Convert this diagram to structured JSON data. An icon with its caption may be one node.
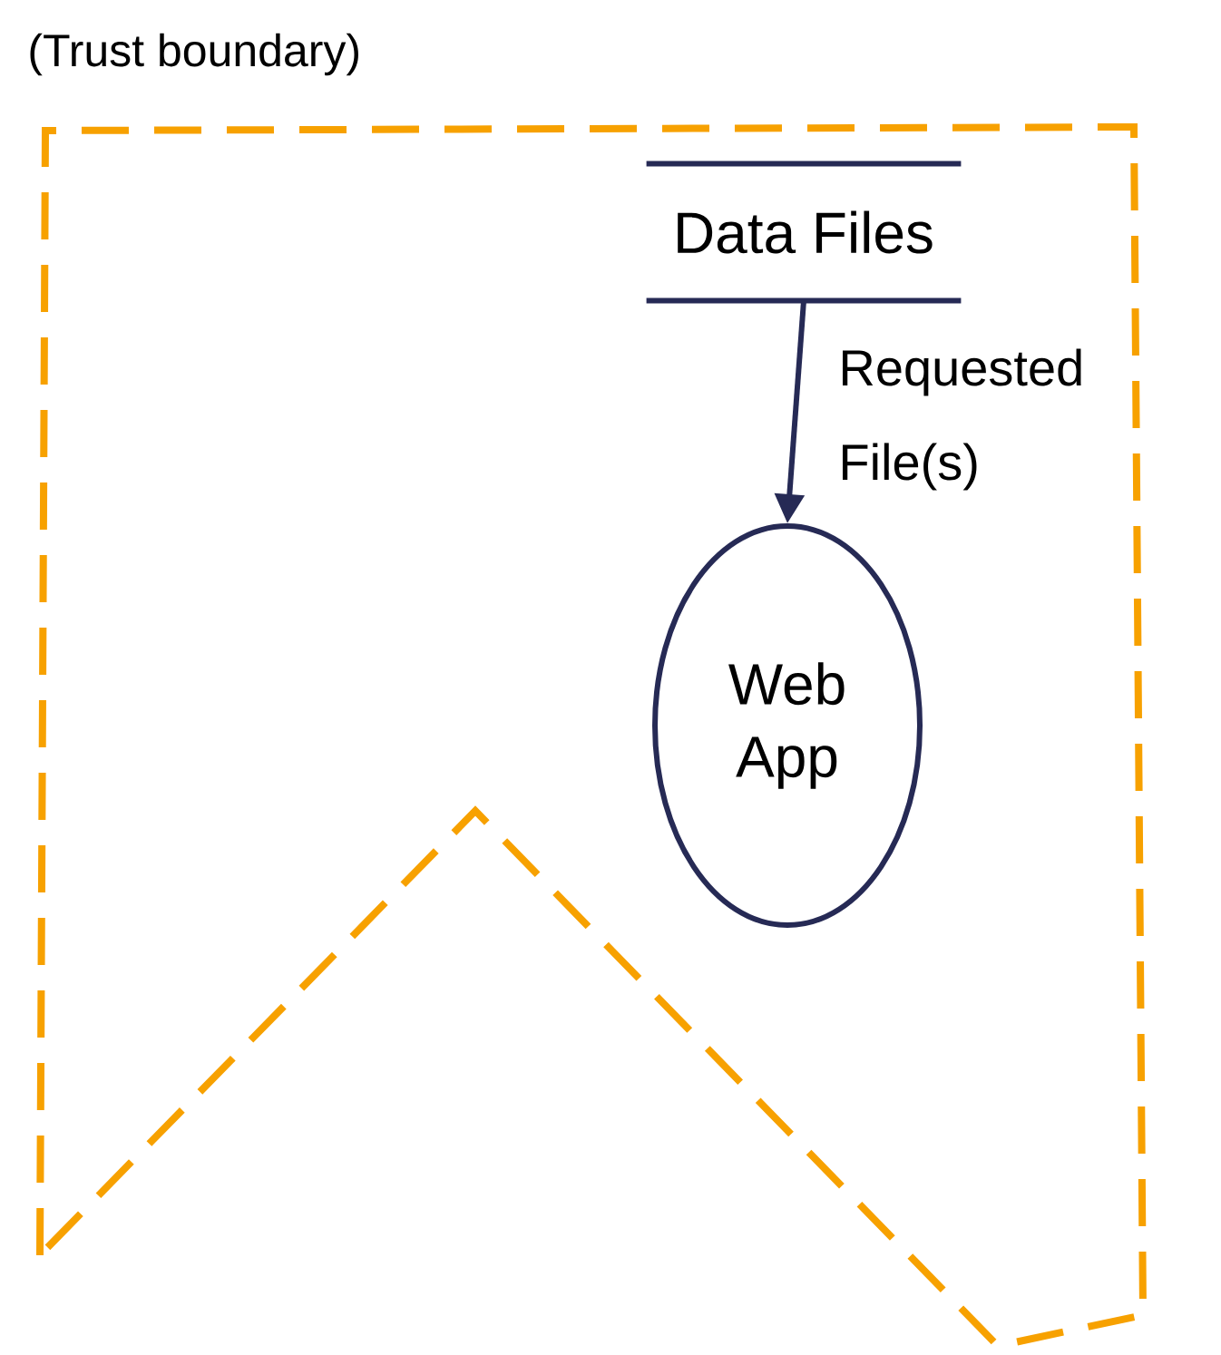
{
  "diagram": {
    "nodes": [
      {
        "text": [
          "(Trust boundary)"
        ]
      },
      {
        "text": [
          "Data Files"
        ],
        "in": 0
      },
      {
        "text": [
          "Web App"
        ],
        "in": 0
      }
    ],
    "edges": [
      {
        "from": 1,
        "to": 2,
        "arrow": "to",
        "label": "Requested File(s)"
      }
    ]
  }
}
